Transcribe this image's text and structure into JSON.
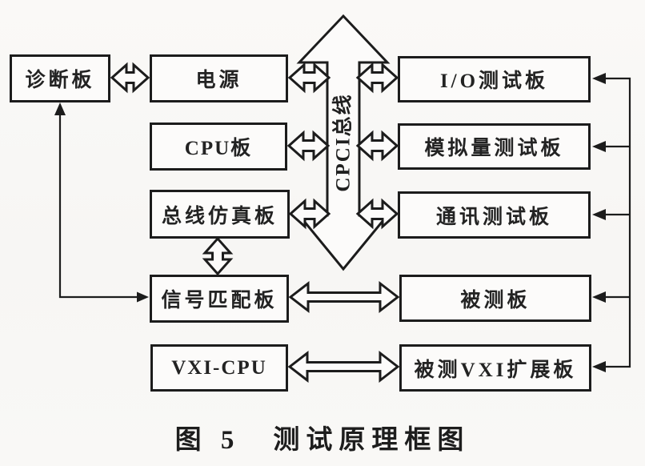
{
  "figure": {
    "caption": "图 5　测试原理框图"
  },
  "bus": {
    "label": "CPCI总线"
  },
  "nodes": [
    {
      "id": "diagnostic-board",
      "label": "诊断板"
    },
    {
      "id": "power-supply",
      "label": "电源"
    },
    {
      "id": "cpu-board",
      "label": "CPU板"
    },
    {
      "id": "bus-emulation-board",
      "label": "总线仿真板"
    },
    {
      "id": "signal-matching-board",
      "label": "信号匹配板"
    },
    {
      "id": "vxi-cpu",
      "label": "VXI-CPU"
    },
    {
      "id": "io-test-board",
      "label": "I/O测试板"
    },
    {
      "id": "analog-test-board",
      "label": "模拟量测试板"
    },
    {
      "id": "comm-test-board",
      "label": "通讯测试板"
    },
    {
      "id": "board-under-test",
      "label": "被测板"
    },
    {
      "id": "vxi-expansion-board-under-test",
      "label": "被测VXI扩展板"
    }
  ],
  "colors": {
    "line": "#1c1c1c",
    "background": "#f8f7f5",
    "box_fill": "#fcfbfa"
  }
}
